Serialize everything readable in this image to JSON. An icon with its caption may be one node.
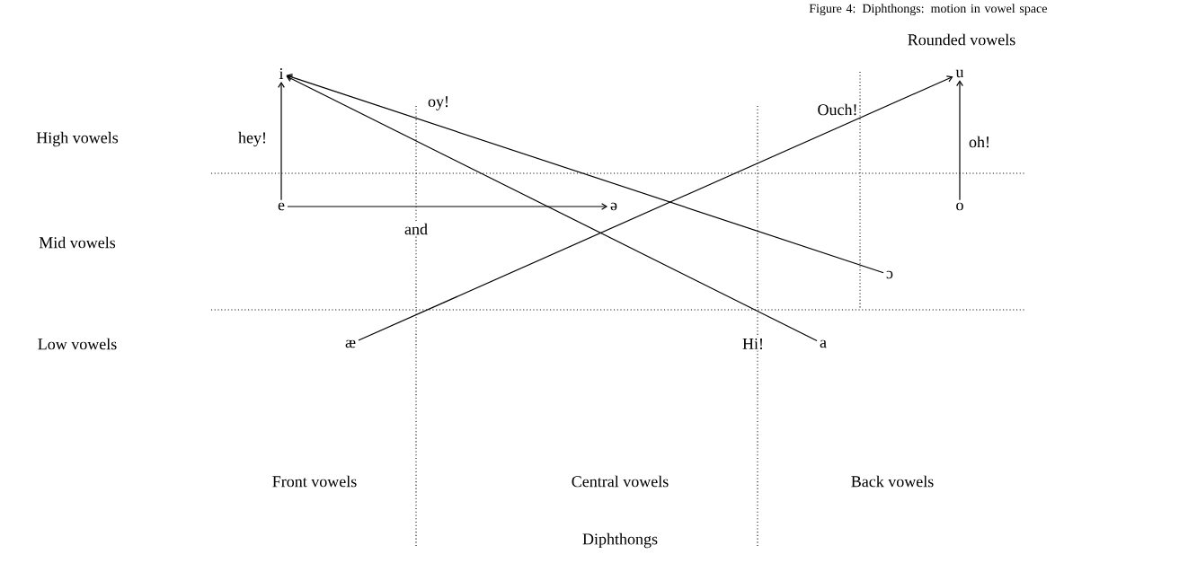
{
  "diagram": {
    "caption": "Figure 4: Diphthongs: motion in vowel space",
    "nodes": [
      {
        "text": [
          "i"
        ]
      },
      {
        "text": [
          "u"
        ]
      },
      {
        "text": [
          "e"
        ]
      },
      {
        "text": [
          "ə"
        ]
      },
      {
        "text": [
          "o"
        ]
      },
      {
        "text": [
          "ɔ"
        ]
      },
      {
        "text": [
          "æ"
        ]
      },
      {
        "text": [
          "a"
        ]
      }
    ],
    "edges": [
      {
        "from": 2,
        "to": 0,
        "arrow": "to",
        "label": "hey!"
      },
      {
        "from": 2,
        "to": 3,
        "arrow": "to",
        "label": "and"
      },
      {
        "from": 5,
        "to": 0,
        "arrow": "to",
        "label": "oy!"
      },
      {
        "from": 7,
        "to": 0,
        "arrow": "to",
        "label": "Hi!"
      },
      {
        "from": 6,
        "to": 1,
        "arrow": "to",
        "label": "Ouch!"
      },
      {
        "from": 4,
        "to": 1,
        "arrow": "to",
        "label": "oh!"
      }
    ],
    "labels": [
      "Rounded vowels",
      "High vowels",
      "Mid vowels",
      "Low vowels",
      "Front vowels",
      "Central vowels",
      "Back vowels",
      "Diphthongs"
    ]
  }
}
